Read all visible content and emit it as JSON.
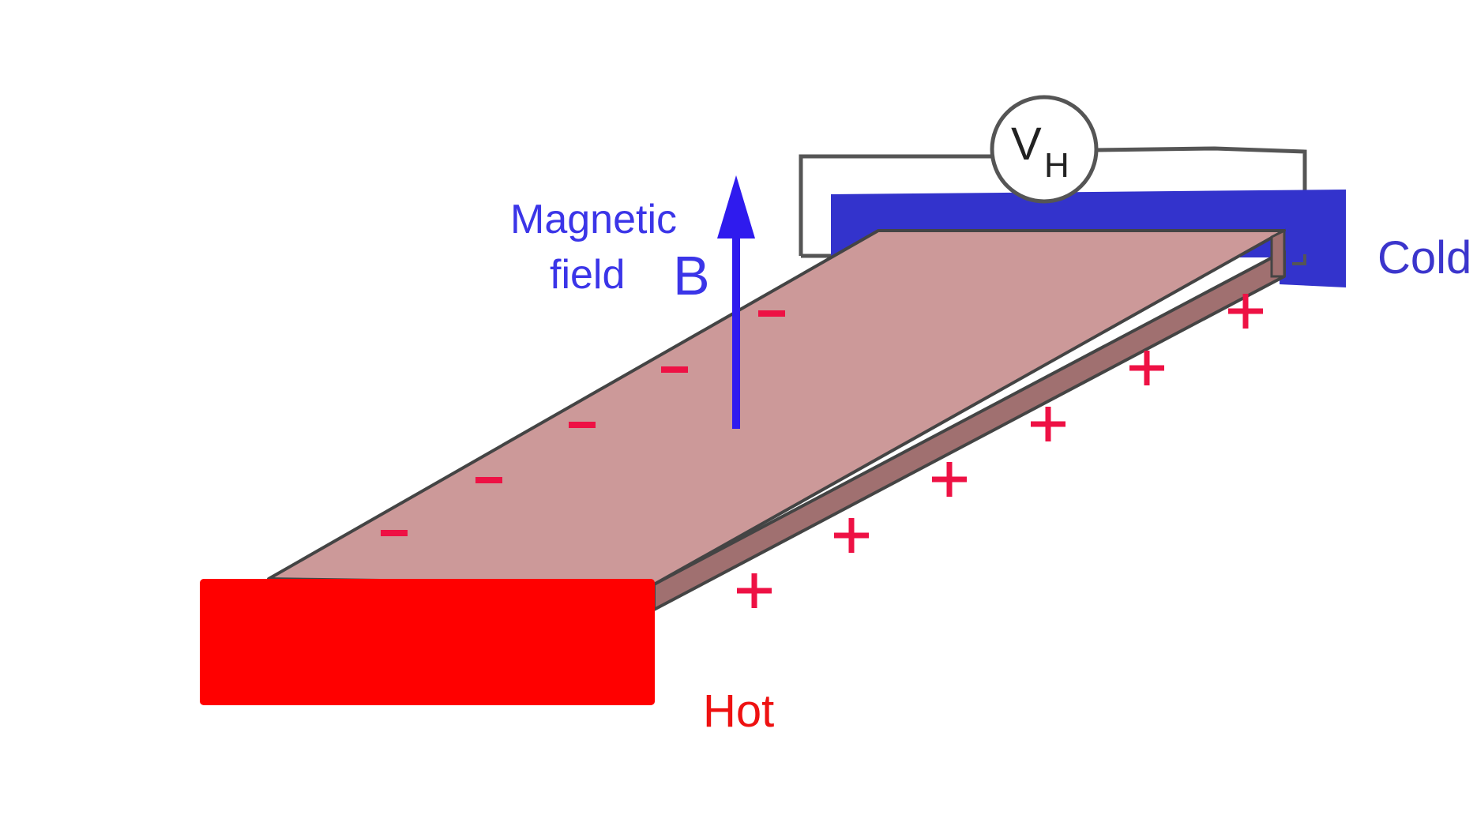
{
  "labels": {
    "magnetic_line1": "Magnetic",
    "magnetic_line2": "field",
    "field_symbol": "B",
    "hot": "Hot",
    "cold": "Cold",
    "voltmeter_main": "V",
    "voltmeter_sub": "H"
  },
  "charges": {
    "minus": [
      "–",
      "–",
      "–",
      "–",
      "–",
      "–"
    ],
    "plus": [
      "+",
      "+",
      "+",
      "+",
      "+",
      "+"
    ]
  },
  "colors": {
    "plate_top": "#cc9999",
    "plate_side": "#a07070",
    "plate_edge": "#444444",
    "hot_block": "#ff0000",
    "cold_block": "#3333cc",
    "field_arrow": "#2f1bee",
    "charge_sign": "#ee1144",
    "wire": "#555555"
  },
  "icons": {
    "voltmeter": "voltmeter-icon",
    "field_arrow": "arrow-up-icon"
  }
}
